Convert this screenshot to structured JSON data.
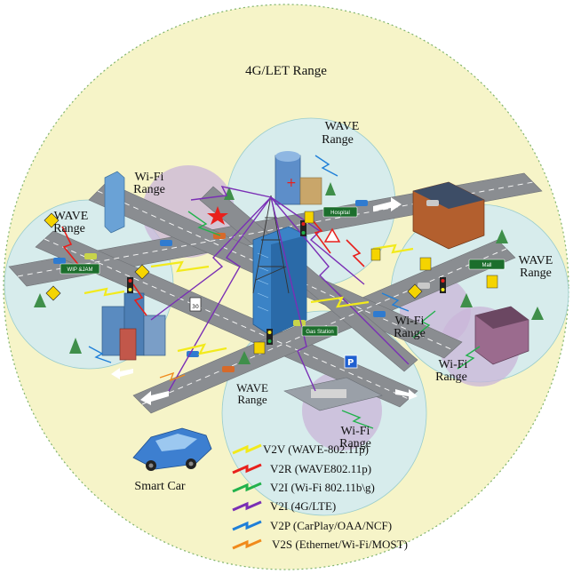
{
  "title": "4G/LET Range",
  "zones": {
    "wave_top_1": "WAVE",
    "wave_top_2": "Range",
    "wave_left_1": "WAVE",
    "wave_left_2": "Range",
    "wave_right_1": "WAVE",
    "wave_right_2": "Range",
    "wave_bottom_1": "WAVE",
    "wave_bottom_2": "Range",
    "wifi_topleft_1": "Wi-Fi",
    "wifi_topleft_2": "Range",
    "wifi_mid_right_1": "Wi-Fi",
    "wifi_mid_right_2": "Range",
    "wifi_right_1": "Wi-Fi",
    "wifi_right_2": "Range",
    "wifi_bottom_1": "Wi-Fi",
    "wifi_bottom_2": "Range"
  },
  "signs": {
    "hospital": "Hospital",
    "mall": "Mall",
    "gas_station": "Gas Station",
    "wip_jam": "WIP &JAM",
    "speed_limit": "30"
  },
  "smart_car_label": "Smart Car",
  "legend": [
    {
      "label": "V2V (WAVE-802.11p)",
      "color": "#f2ea1c"
    },
    {
      "label": "V2R (WAVE802.11p)",
      "color": "#e8201c"
    },
    {
      "label": "V2I (Wi-Fi 802.11b\\g)",
      "color": "#22b24c"
    },
    {
      "label": "V2I (4G/LTE)",
      "color": "#7a2fb5"
    },
    {
      "label": "V2P (CarPlay/OAA/NCF)",
      "color": "#1f7fd8"
    },
    {
      "label": "V2S (Ethernet/Wi-Fi/MOST)",
      "color": "#f08a1c"
    }
  ]
}
